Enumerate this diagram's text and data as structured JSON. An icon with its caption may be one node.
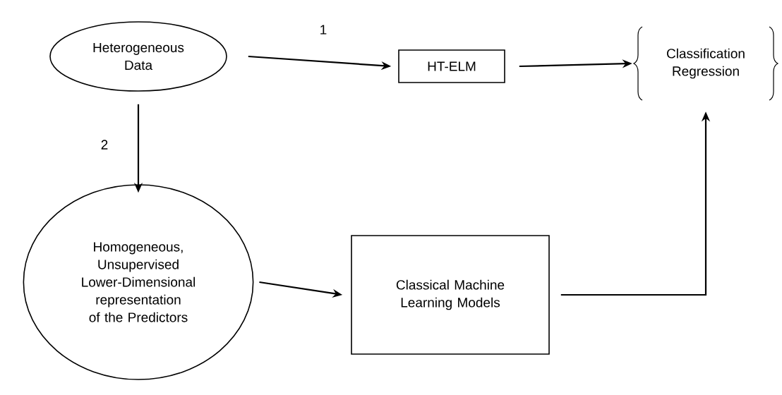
{
  "diagram": {
    "nodes": [
      {
        "text": [
          "Heterogeneous Data"
        ]
      },
      {
        "text": [
          "HT-ELM"
        ]
      },
      {
        "text": [
          "Classification Regression"
        ]
      },
      {
        "text": [
          "Homogeneous, Unsupervised Lower-Dimensional representation of the Predictors"
        ]
      },
      {
        "text": [
          "Classical Machine Learning Models"
        ]
      }
    ],
    "edges": [
      {
        "from": 0,
        "to": 1,
        "arrow": "to",
        "label": "1"
      },
      {
        "from": 1,
        "to": 2,
        "arrow": "to"
      },
      {
        "from": 0,
        "to": 3,
        "arrow": "to",
        "label": "2"
      },
      {
        "from": 3,
        "to": 4,
        "arrow": "to"
      },
      {
        "from": 4,
        "to": 2,
        "arrow": "to"
      }
    ]
  }
}
